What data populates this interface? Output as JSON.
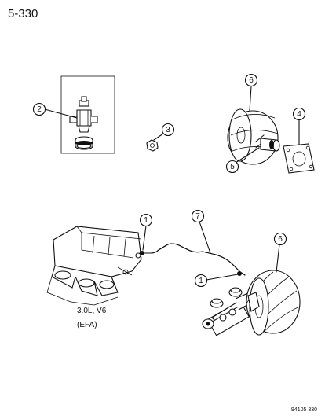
{
  "page_number": "5-330",
  "engine_label": "3.0L, V6",
  "transmission_label": "(EFA)",
  "figure_code": "94105 330",
  "callouts": [
    {
      "id": "c2",
      "num": "2"
    },
    {
      "id": "c3",
      "num": "3"
    },
    {
      "id": "c4",
      "num": "4"
    },
    {
      "id": "c5",
      "num": "5"
    },
    {
      "id": "c6a",
      "num": "6"
    },
    {
      "id": "c1a",
      "num": "1"
    },
    {
      "id": "c7",
      "num": "7"
    },
    {
      "id": "c6b",
      "num": "6"
    },
    {
      "id": "c1b",
      "num": "1"
    }
  ]
}
